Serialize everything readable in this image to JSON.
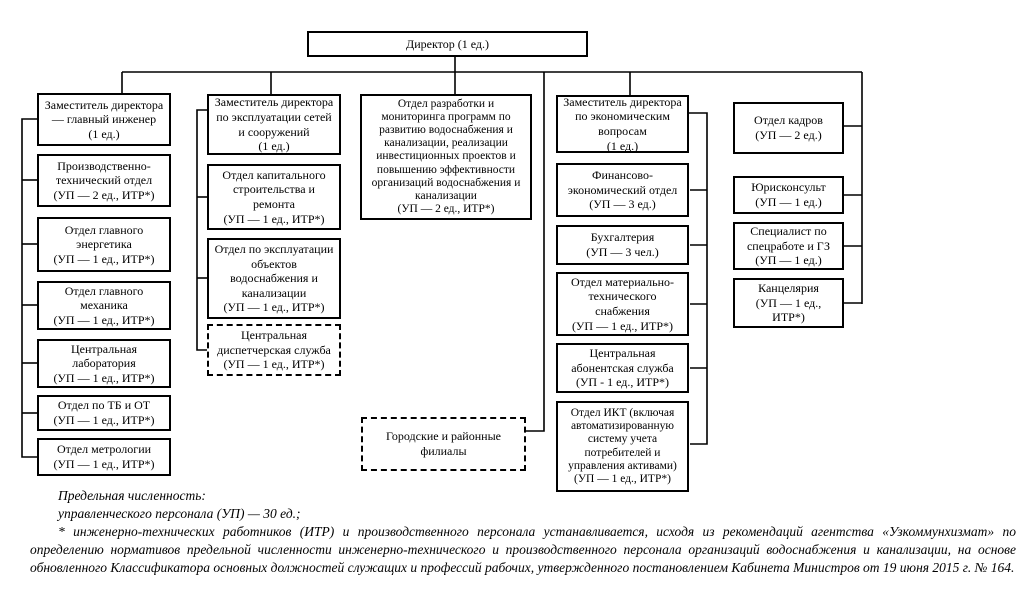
{
  "boxes": {
    "director": "Директор (1 ед.)",
    "deputy_chief_engineer": "Заместитель директора\n— главный инженер\n(1 ед.)",
    "production_technical": "Производственно-\nтехнический отдел\n(УП — 2 ед., ИТР*)",
    "chief_power_engineer": "Отдел главного\nэнергетика\n(УП — 1 ед., ИТР*)",
    "chief_mechanic": "Отдел главного\nмеханика\n(УП — 1 ед., ИТР*)",
    "central_laboratory": "Центральная\nлаборатория\n(УП — 1 ед., ИТР*)",
    "safety_dept": "Отдел по ТБ и ОТ\n(УП — 1 ед., ИТР*)",
    "metrology_dept": "Отдел метрологии\n(УП — 1 ед., ИТР*)",
    "deputy_networks": "Заместитель директора\nпо эксплуатации сетей\nи сооружений\n(1 ед.)",
    "capital_construction": "Отдел капитального\nстроительства и\nремонта\n(УП — 1 ед., ИТР*)",
    "water_sewer_operations": "Отдел по эксплуатации\nобъектов\nводоснабжения и\nканализации\n(УП — 1 ед., ИТР*)",
    "central_dispatch": "Центральная\nдиспетчерская служба\n(УП — 1 ед., ИТР*)",
    "program_development": "Отдел разработки и\nмониторинга программ по\nразвитию водоснабжения и\nканализации, реализации\nинвестиционных проектов и\nповышению эффективности\nорганизаций водоснабжения и\nканализации\n(УП — 2 ед., ИТР*)",
    "city_district_branches": "Городские и районные\nфилиалы",
    "deputy_economics": "Заместитель директора\nпо экономическим\nвопросам\n(1 ед.)",
    "finance_economic": "Финансово-\nэкономический отдел\n(УП — 3 ед.)",
    "accounting": "Бухгалтерия\n(УП — 3 чел.)",
    "material_supply": "Отдел материально-\nтехнического\nснабжения\n(УП — 1 ед., ИТР*)",
    "subscriber_service": "Центральная\nабонентская служба\n(УП - 1 ед., ИТР*)",
    "ict_dept": "Отдел ИКТ (включая\nавтоматизированную\nсистему учета\nпотребителей и\nуправления активами)\n(УП — 1 ед., ИТР*)",
    "hr_dept": "Отдел кадров\n(УП — 2 ед.)",
    "legal_counsel": "Юрисконсульт\n(УП — 1 ед.)",
    "special_work": "Специалист по\nспецработе и ГЗ\n(УП — 1 ед.)",
    "chancellery": "Канцелярия\n(УП — 1 ед.,\nИТР*)"
  },
  "footnote": {
    "line1": "Предельная численность:",
    "line2": "управленческого персонала (УП) — 30 ед.;",
    "paragraph": "* инженерно-технических работников (ИТР) и производственного персонала устанавливается, исходя из рекомендаций агентства «Узкоммунхизмат» по определению нормативов предельной численности инженерно-технического и производственного персонала организаций водоснабжения и канализации, на основе обновленного Классификатора основных должностей служащих и профессий рабочих, утвержденного постановлением Кабинета Министров от 19 июня 2015 г. № 164."
  }
}
